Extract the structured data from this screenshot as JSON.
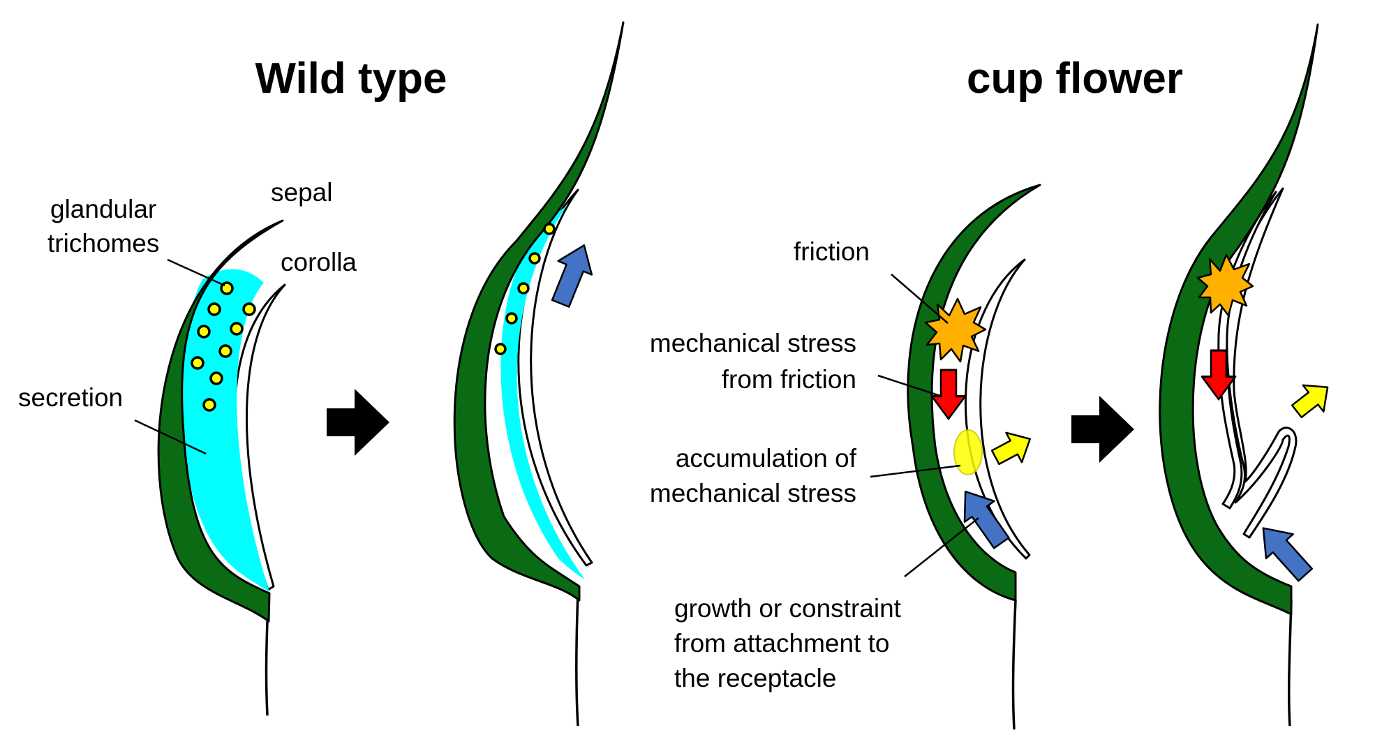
{
  "titles": {
    "wild_type": "Wild type",
    "cup_flower": "cup flower"
  },
  "labels": {
    "sepal": "sepal",
    "glandular_line1": "glandular",
    "glandular_line2": "trichomes",
    "corolla": "corolla",
    "secretion": "secretion",
    "friction": "friction",
    "stress_line1": "mechanical stress",
    "stress_line2": "from friction",
    "accum_line1": "accumulation of",
    "accum_line2": "mechanical stress",
    "growth_line1": "growth or constraint",
    "growth_line2": "from attachment to",
    "growth_line3": "the receptacle"
  },
  "colors": {
    "sepal": "#0b6b14",
    "secretion": "#00ffff",
    "trichome": "#ffff00",
    "friction": "#ffb000",
    "stress_arrow": "#ff0000",
    "growth_arrow": "#4472c4",
    "outward_arrow": "#ffff00",
    "transition_arrow": "#000000"
  },
  "icons": {
    "transition": "right-arrow-icon",
    "friction": "explosion-icon",
    "stress": "down-arrow-icon",
    "growth": "up-arrow-icon",
    "outward": "outward-arrow-icon"
  }
}
